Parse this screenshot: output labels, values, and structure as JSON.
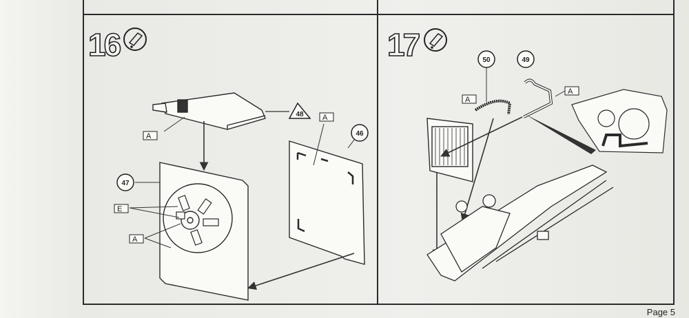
{
  "page_label": "Page 5",
  "steps": [
    {
      "number": "16",
      "icon": "glue-tube-icon",
      "part_callouts": [
        "48",
        "46",
        "47"
      ],
      "tags": [
        "A",
        "A",
        "E",
        "A"
      ]
    },
    {
      "number": "17",
      "icon": "glue-tube-icon",
      "part_callouts": [
        "50",
        "49"
      ],
      "tags": [
        "A",
        "A"
      ]
    }
  ]
}
